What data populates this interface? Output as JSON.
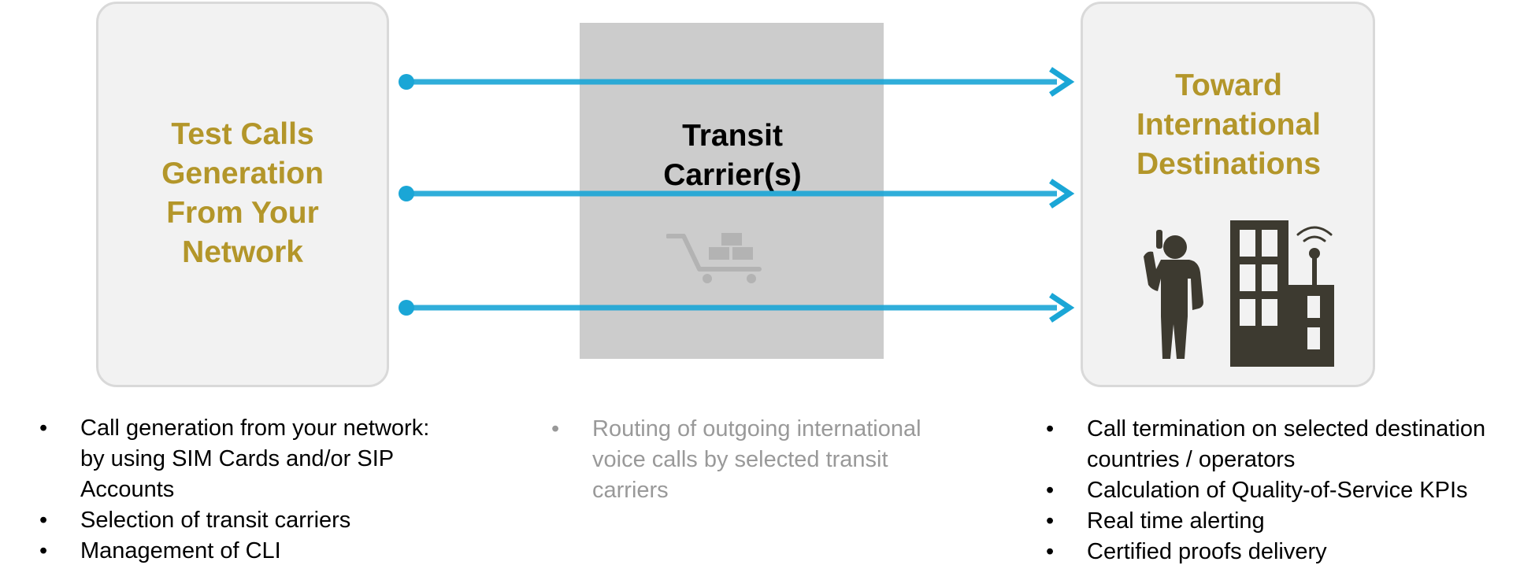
{
  "colors": {
    "accent_gold": "#b3962a",
    "arrow_blue": "#1aa6d6",
    "box_fill": "#f2f2f2",
    "transit_fill": "#cccccc",
    "muted_text": "#999999",
    "icon_dark": "#3d3a30"
  },
  "source": {
    "title": "Test Calls\nGeneration\nFrom Your\nNetwork",
    "bullets": [
      "Call generation from your network: by using SIM Cards and/or SIP Accounts",
      "Selection of transit carriers",
      "Management of CLI"
    ]
  },
  "transit": {
    "title": "Transit\nCarrier(s)",
    "icon": "cart-icon",
    "bullets": [
      "Routing of outgoing international voice calls by selected transit carriers"
    ]
  },
  "destination": {
    "title": "Toward\nInternational\nDestinations",
    "icons": [
      "person-phone-icon",
      "building-antenna-icon"
    ],
    "bullets": [
      "Call termination on selected destination countries / operators",
      "Calculation of Quality-of-Service KPIs",
      "Real time alerting",
      "Certified proofs delivery"
    ]
  },
  "arrows": {
    "count": 3
  }
}
